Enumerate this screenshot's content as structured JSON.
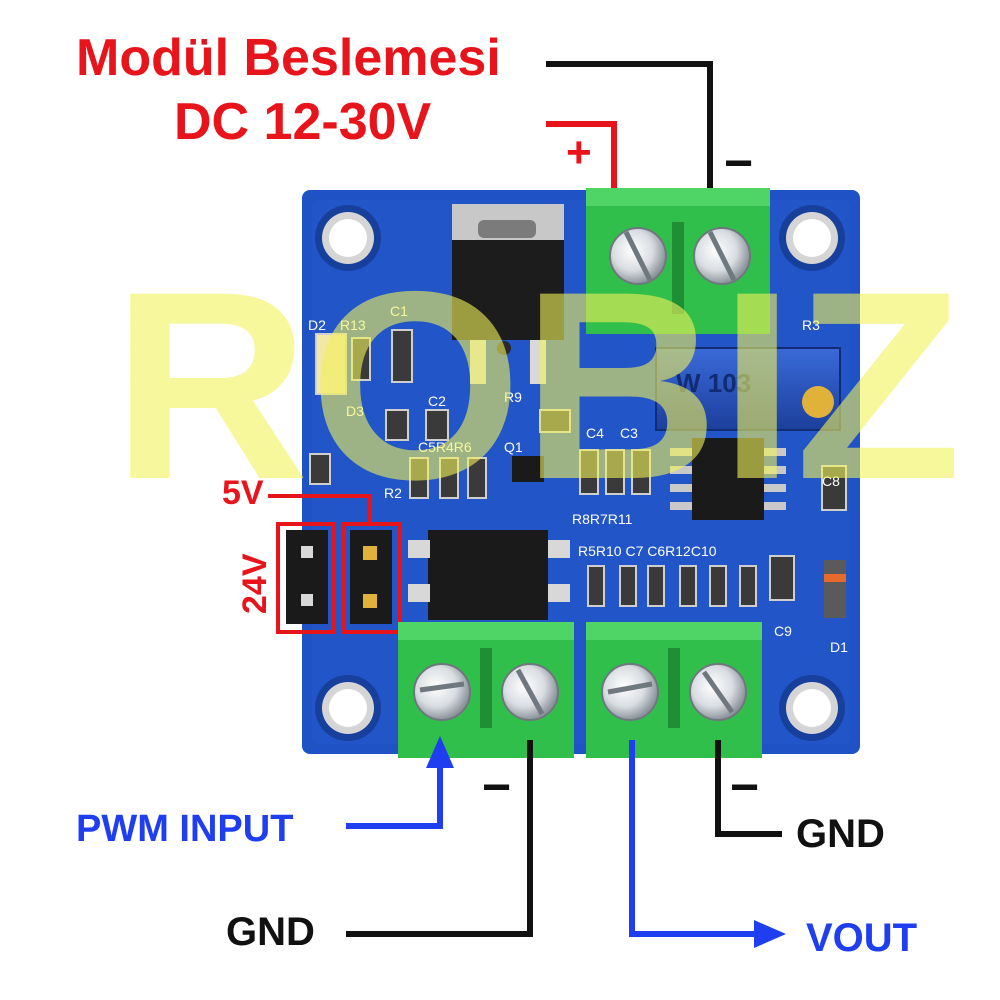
{
  "labels": {
    "title_line1": "Modül Beslemesi",
    "title_line2": "DC 12-30V",
    "plus": "+",
    "minus": "−",
    "jumper_5v": "5V",
    "jumper_24v": "24V",
    "pwm_input": "PWM INPUT",
    "gnd": "GND",
    "vout": "VOUT",
    "watermark": "ROBIZ"
  },
  "silkscreen": {
    "d2": "D2",
    "r13": "R13",
    "c1": "C1",
    "d3": "D3",
    "c2": "C2",
    "r9": "R9",
    "c5r4r6": "C5R4R6",
    "q1": "Q1",
    "r2": "R2",
    "c4": "C4",
    "c3": "C3",
    "r3": "R3",
    "c8": "C8",
    "r8r7r11": "R8R7R11",
    "row2": "R5R10 C7 C6R12C10",
    "c9": "C9",
    "d1": "D1",
    "pot": "W 103"
  },
  "colors": {
    "pcb": "#1f52c4",
    "terminal": "#2fbf4a",
    "label_red": "#e8141b",
    "label_blue": "#1e3ef0",
    "label_black": "#111111",
    "watermark": "#f2f25a"
  }
}
